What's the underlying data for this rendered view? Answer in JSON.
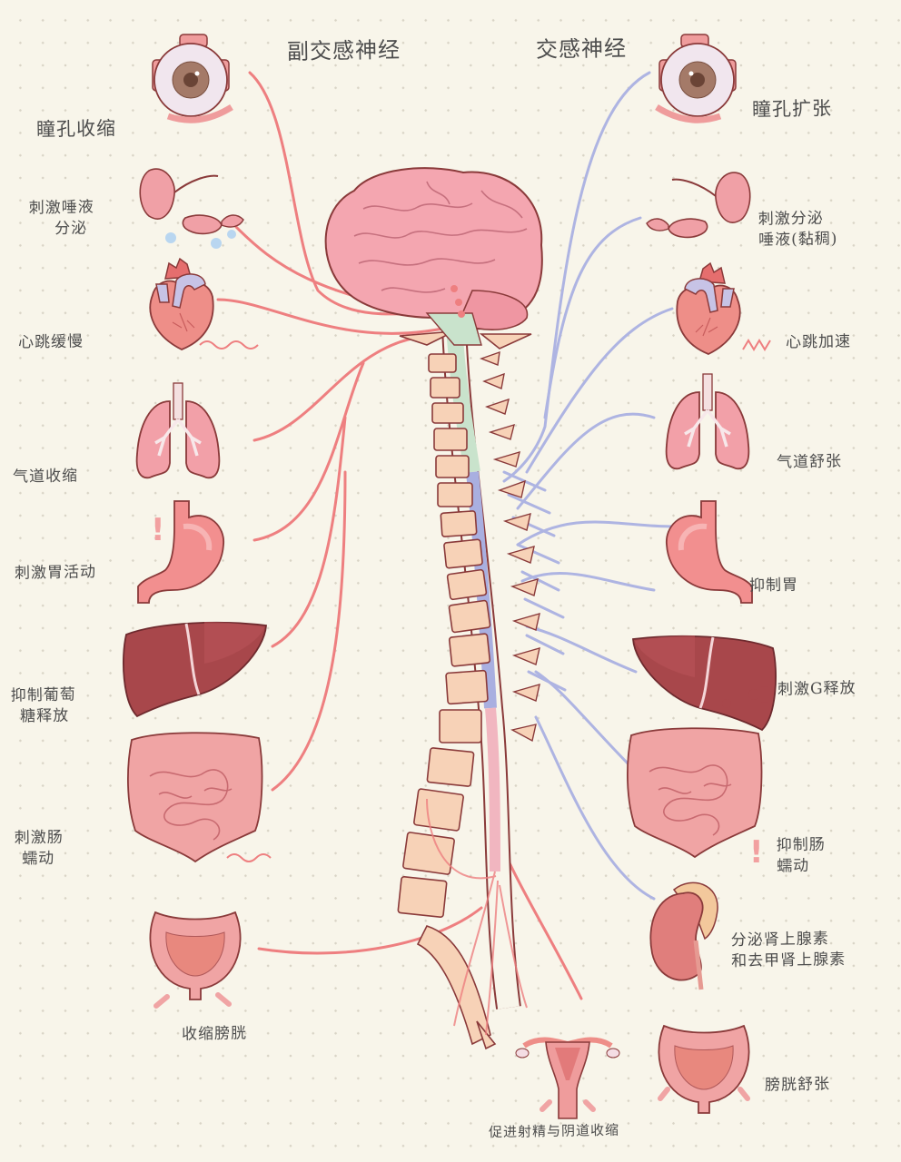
{
  "titles": {
    "parasympathetic": "副交感神经",
    "sympathetic": "交感神经"
  },
  "colors": {
    "background": "#f8f5ea",
    "parasympathetic_nerve": "#ee7f80",
    "sympathetic_nerve": "#aeb4e2",
    "organ_pink": "#f1a2a3",
    "organ_outline": "#8a3a3a",
    "vertebra": "#f7d2b7",
    "spinal_cord_cervical": "#c9e3cc",
    "spinal_cord_thoracic": "#a9afe0",
    "label_ink": "#4d4d4d"
  },
  "left_effects": [
    {
      "organ": "eye",
      "lines": [
        "瞳孔收缩"
      ]
    },
    {
      "organ": "salivary-gland",
      "lines": [
        "刺激唾液",
        "分泌"
      ]
    },
    {
      "organ": "heart",
      "lines": [
        "心跳缓慢"
      ]
    },
    {
      "organ": "lungs",
      "lines": [
        "气道收缩"
      ]
    },
    {
      "organ": "stomach",
      "lines": [
        "刺激胃活动"
      ]
    },
    {
      "organ": "liver",
      "lines": [
        "抑制葡萄",
        "糖释放"
      ]
    },
    {
      "organ": "intestines",
      "lines": [
        "刺激肠",
        "蠕动"
      ]
    },
    {
      "organ": "bladder",
      "lines": [
        "收缩膀胱"
      ]
    }
  ],
  "right_effects": [
    {
      "organ": "eye",
      "lines": [
        "瞳孔扩张"
      ]
    },
    {
      "organ": "salivary-gland",
      "lines": [
        "刺激分泌",
        "唾液(黏稠)"
      ]
    },
    {
      "organ": "heart",
      "lines": [
        "心跳加速"
      ]
    },
    {
      "organ": "lungs",
      "lines": [
        "气道舒张"
      ]
    },
    {
      "organ": "stomach",
      "lines": [
        "抑制胃"
      ]
    },
    {
      "organ": "liver",
      "lines": [
        "刺激G释放"
      ]
    },
    {
      "organ": "intestines",
      "lines": [
        "抑制肠",
        "蠕动"
      ]
    },
    {
      "organ": "adrenal-kidney",
      "lines": [
        "分泌肾上腺素",
        "和去甲肾上腺素"
      ]
    },
    {
      "organ": "bladder",
      "lines": [
        "膀胱舒张"
      ]
    }
  ],
  "center_effect": {
    "organ": "reproductive",
    "lines": [
      "促进射精与阴道收缩"
    ]
  }
}
